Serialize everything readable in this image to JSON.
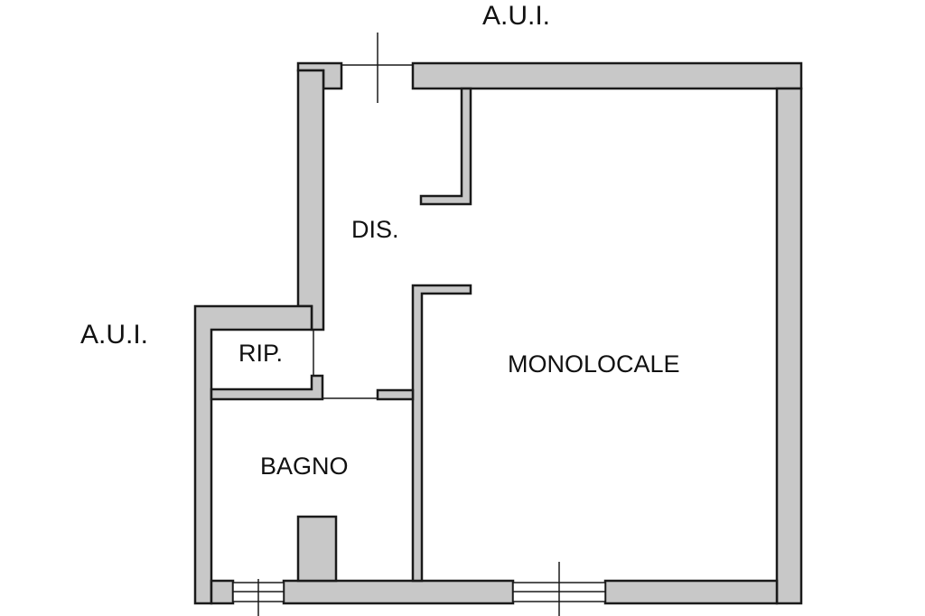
{
  "labels": {
    "aui_top": "A.U.I.",
    "aui_left": "A.U.I.",
    "dis": "DIS.",
    "rip": "RIP.",
    "bagno": "BAGNO",
    "monolocale": "MONOLOCALE"
  },
  "colors": {
    "wall_fill": "#c8c8c8",
    "wall_stroke": "#1a1a1a",
    "background": "#ffffff",
    "text": "#111111"
  }
}
